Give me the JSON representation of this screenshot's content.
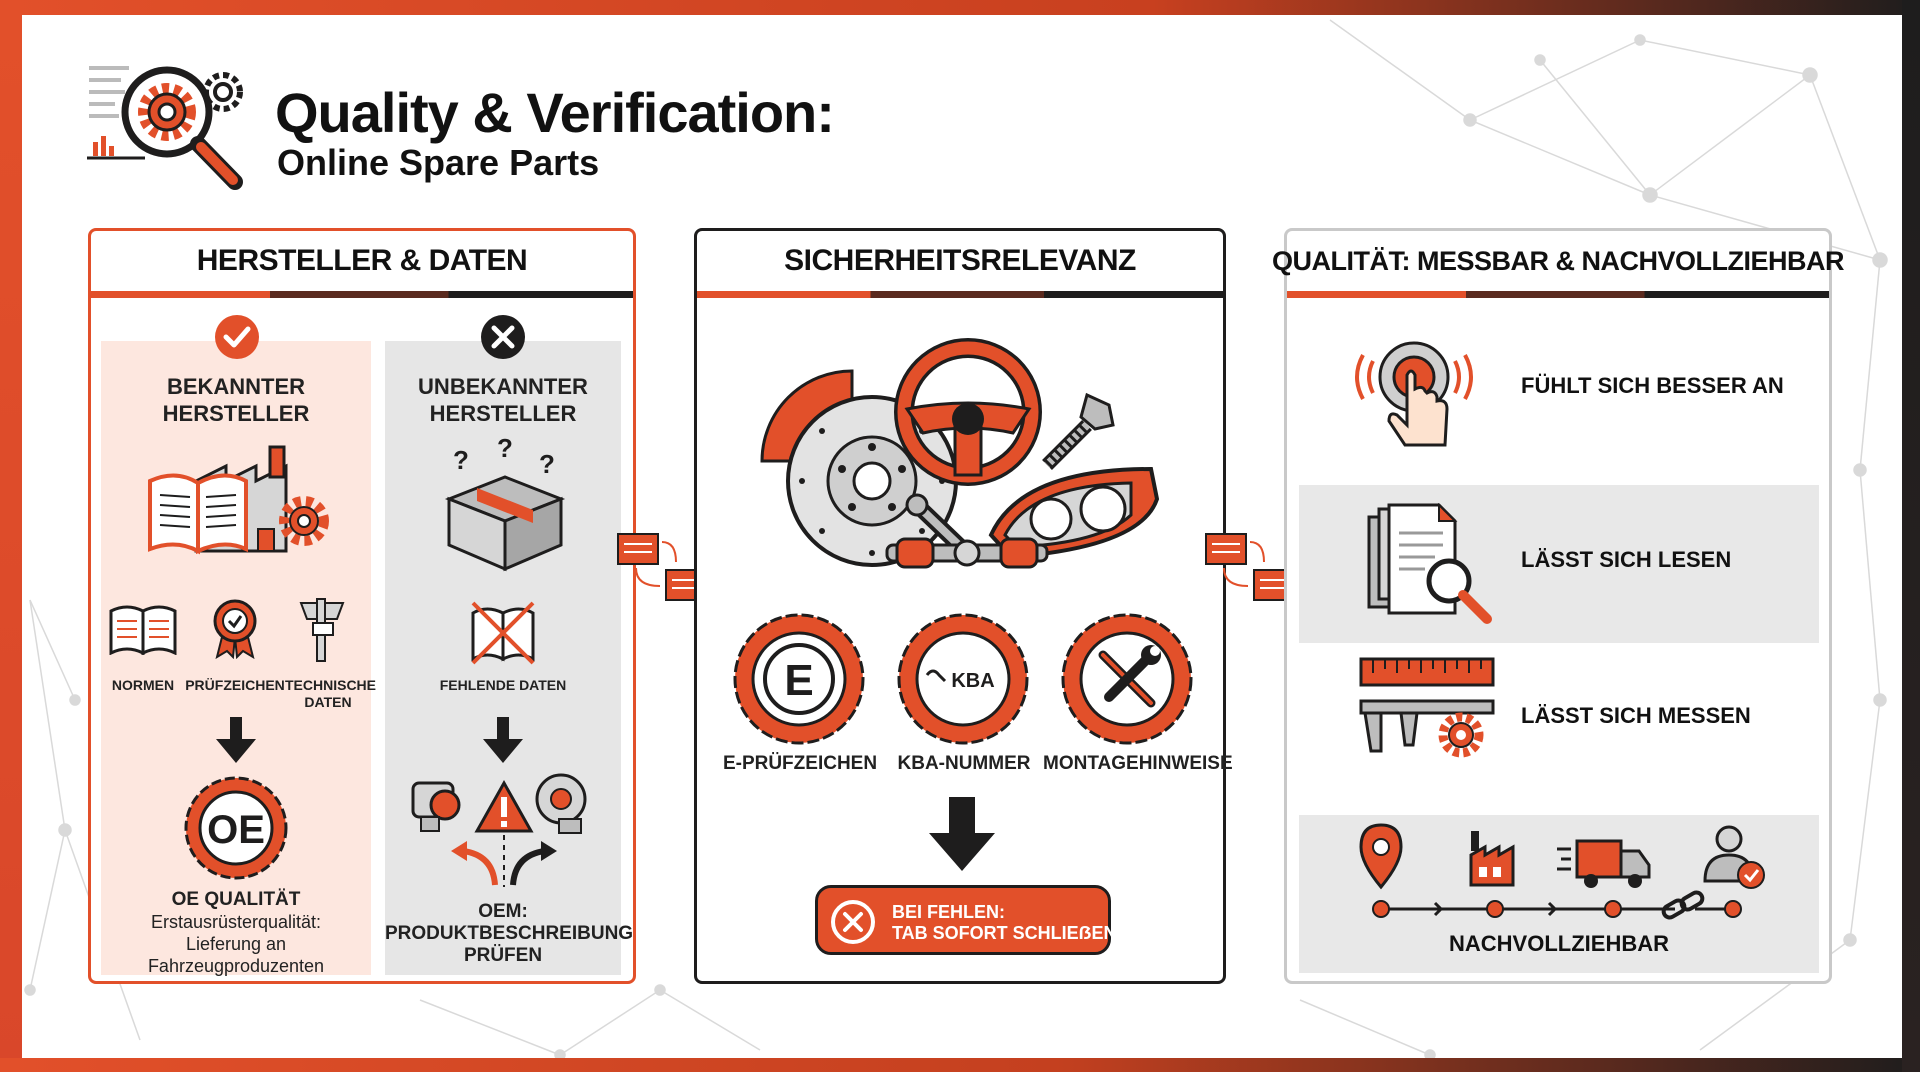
{
  "title": {
    "main": "Quality & Verification:",
    "sub": "Online Spare Parts"
  },
  "panels": {
    "manufacturer": {
      "header": "HERSTELLER & DATEN",
      "known": {
        "title_line1": "BEKANNTER",
        "title_line2": "HERSTELLER",
        "icons": [
          "NORMEN",
          "PRÜFZEICHEN",
          "TECHNISCHE",
          "DATEN"
        ],
        "badge_text": "OE",
        "result_title": "OE QUALITÄT",
        "result_line1": "Erstausrüsterqualität:",
        "result_line2": "Lieferung an",
        "result_line3": "Fahrzeugproduzenten"
      },
      "unknown": {
        "title_line1": "UNBEKANNTER",
        "title_line2": "HERSTELLER",
        "missing_label": "FEHLENDE DATEN",
        "result_line1": "OEM:",
        "result_line2": "PRODUKTBESCHREIBUNG",
        "result_line3": "PRÜFEN"
      }
    },
    "safety": {
      "header": "SICHERHEITSRELEVANZ",
      "badges": [
        "E-PRÜFZEICHEN",
        "KBA-NUMMER",
        "MONTAGEHINWEISE"
      ],
      "badge_e_text": "E",
      "badge_kba_text": "KBA",
      "warning_line1": "BEI FEHLEN:",
      "warning_line2": "TAB SOFORT SCHLIEẞEN"
    },
    "quality": {
      "header": "QUALITÄT: MESSBAR & NACHVOLLZIEHBAR",
      "rows": [
        "FÜHLT SICH BESSER AN",
        "LÄSST SICH LESEN",
        "LÄSST SICH MESSEN"
      ],
      "trace_label": "NACHVOLLZIEHBAR"
    }
  },
  "colors": {
    "accent": "#e2502a",
    "dark": "#1e1d1d",
    "light_accent": "#fde7df",
    "gray_panel": "#e6e6e6"
  },
  "icons": [
    "magnifier-gear-icon",
    "check-icon",
    "cross-icon",
    "factory-book-icon",
    "box-question-icon",
    "book-icon",
    "award-icon",
    "caliper-icon",
    "crossed-book-icon",
    "arrow-down-icon",
    "oe-badge-icon",
    "turbo-warning-icon",
    "brake-disc-icon",
    "steering-wheel-icon",
    "bolt-icon",
    "headlight-icon",
    "tie-rod-icon",
    "e-badge-icon",
    "kba-badge-icon",
    "wrench-badge-icon",
    "touch-icon",
    "documents-magnifier-icon",
    "ruler-caliper-icon",
    "location-icon",
    "factory-icon",
    "truck-icon",
    "user-check-icon",
    "link-icon",
    "document-flow-icon"
  ]
}
